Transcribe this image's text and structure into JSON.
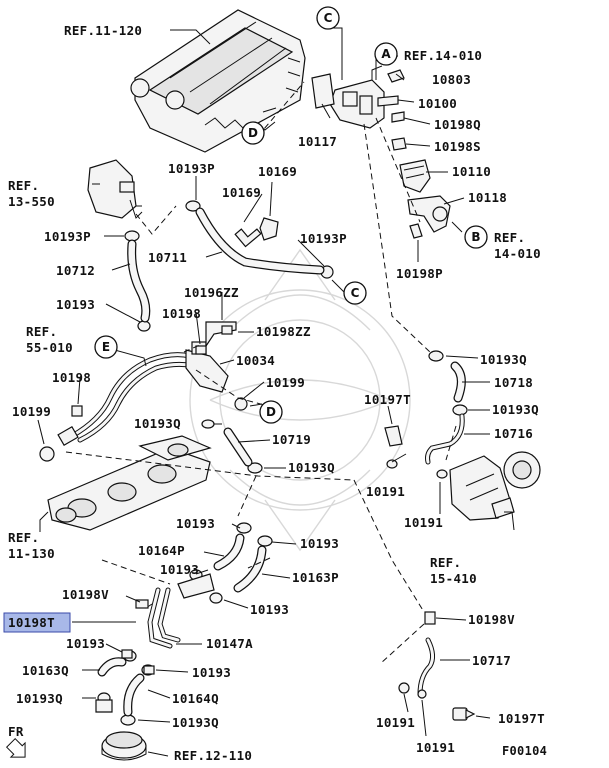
{
  "figure_code": "F00104",
  "direction_label": "FR",
  "highlighted_part": "10198T",
  "callout_letters": [
    "A",
    "B",
    "C",
    "C",
    "D",
    "D",
    "E"
  ],
  "labels": {
    "ref_11_120": "REF.11-120",
    "ref_14_010_a": "REF.14-010",
    "ref_14_010_b_1": "REF.",
    "ref_14_010_b_2": "14-010",
    "ref_13_550_1": "REF.",
    "ref_13_550_2": "13-550",
    "ref_55_010_1": "REF.",
    "ref_55_010_2": "55-010",
    "ref_11_130_1": "REF.",
    "ref_11_130_2": "11-130",
    "ref_15_410_1": "REF.",
    "ref_15_410_2": "15-410",
    "ref_12_110": "REF.12-110",
    "p10803": "10803",
    "p10100": "10100",
    "p10198Q": "10198Q",
    "p10198S": "10198S",
    "p10110": "10110",
    "p10118": "10118",
    "p10198P": "10198P",
    "p10117": "10117",
    "p10193P_a": "10193P",
    "p10193P_b": "10193P",
    "p10193P_c": "10193P",
    "p10169_a": "10169",
    "p10169_b": "10169",
    "p10711": "10711",
    "p10712": "10712",
    "p10193_a": "10193",
    "p10196ZZ": "10196ZZ",
    "p10198": "10198",
    "p10198ZZ": "10198ZZ",
    "p10034": "10034",
    "p10198_b": "10198",
    "p10199_a": "10199",
    "p10199_b": "10199",
    "p10193Q_a": "10193Q",
    "p10193Q_b": "10193Q",
    "p10193Q_c": "10193Q",
    "p10718": "10718",
    "p10193Q_d": "10193Q",
    "p10716": "10716",
    "p10197T_a": "10197T",
    "p10719": "10719",
    "p10191_a": "10191",
    "p10191_b": "10191",
    "p10193_b": "10193",
    "p10193_c": "10193",
    "p10164P": "10164P",
    "p10193_d": "10193",
    "p10163P": "10163P",
    "p10198V_a": "10198V",
    "p10193_e": "10193",
    "p10198T": "10198T",
    "p10198V_b": "10198V",
    "p10193_f": "10193",
    "p10147A": "10147A",
    "p10163Q": "10163Q",
    "p10193_g": "10193",
    "p10717": "10717",
    "p10193Q_e": "10193Q",
    "p10164Q": "10164Q",
    "p10193Q_f": "10193Q",
    "p10191_c": "10191",
    "p10197T_b": "10197T",
    "p10191_d": "10191"
  }
}
